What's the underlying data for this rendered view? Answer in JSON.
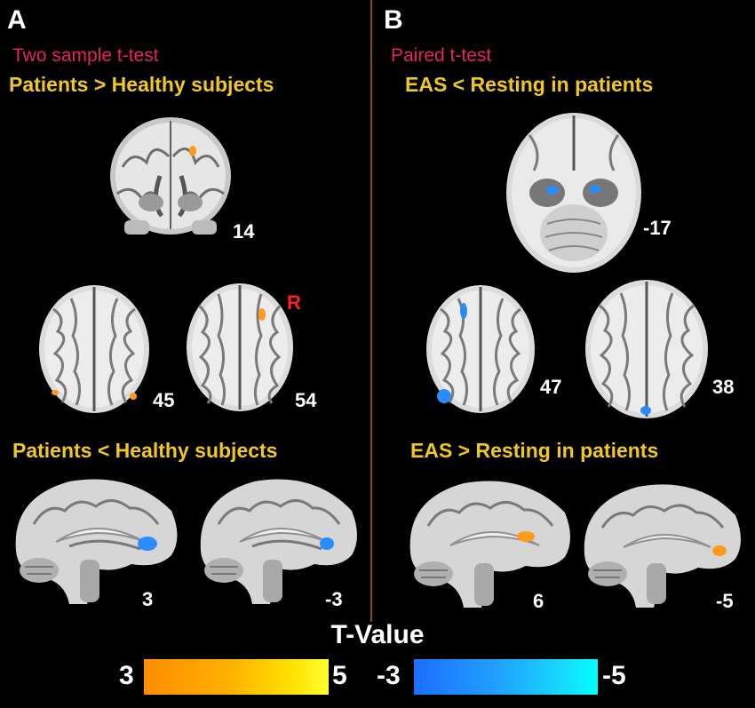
{
  "panel_a": {
    "letter": "A",
    "test_name": "Two sample t-test",
    "contrast_1": "Patients > Healthy subjects",
    "contrast_2": "Patients < Healthy subjects",
    "slices": [
      "14",
      "45",
      "54",
      "3",
      "-3"
    ],
    "orientation_marker": "R"
  },
  "panel_b": {
    "letter": "B",
    "test_name": "Paired t-test",
    "contrast_1": "EAS < Resting in patients",
    "contrast_2": "EAS > Resting in patients",
    "slices": [
      "-17",
      "47",
      "38",
      "6",
      "-5"
    ]
  },
  "colorbar": {
    "title": "T-Value",
    "positive": {
      "min": "3",
      "max": "5",
      "colors": [
        "#ff8c00",
        "#ffff30"
      ]
    },
    "negative": {
      "min": "-3",
      "max": "-5",
      "colors": [
        "#1e6eff",
        "#00ffff"
      ]
    }
  },
  "colors": {
    "test_name": "#e8206a",
    "contrast": "#f0c81e",
    "marker": "#ff2020",
    "divider": "#8a4a1e",
    "positive_blob": "#ff9a1a",
    "negative_blob": "#2a8cff"
  },
  "icons": {
    "coronal": "brain-coronal-icon",
    "axial": "brain-axial-icon",
    "sagittal": "brain-sagittal-icon"
  }
}
